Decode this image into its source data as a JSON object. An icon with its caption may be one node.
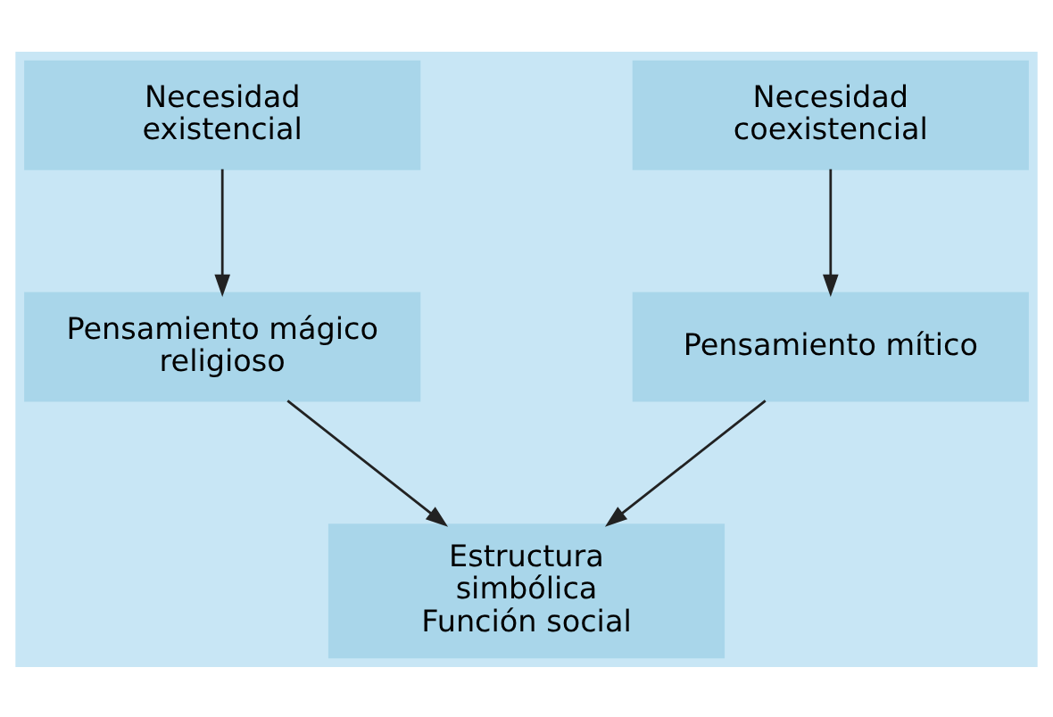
{
  "diagram": {
    "nodes": [
      {
        "text": [
          "Necesidad existencial"
        ]
      },
      {
        "text": [
          "Necesidad coexistencial"
        ]
      },
      {
        "text": [
          "Pensamiento mágico religioso"
        ]
      },
      {
        "text": [
          "Pensamiento mítico"
        ]
      },
      {
        "text": [
          "Estructura simbólica",
          "Función social"
        ]
      }
    ],
    "edges": [
      {
        "from": 0,
        "to": 2,
        "arrow": "to"
      },
      {
        "from": 1,
        "to": 3,
        "arrow": "to"
      },
      {
        "from": 2,
        "to": 4,
        "arrow": "to"
      },
      {
        "from": 3,
        "to": 4,
        "arrow": "to"
      }
    ]
  }
}
